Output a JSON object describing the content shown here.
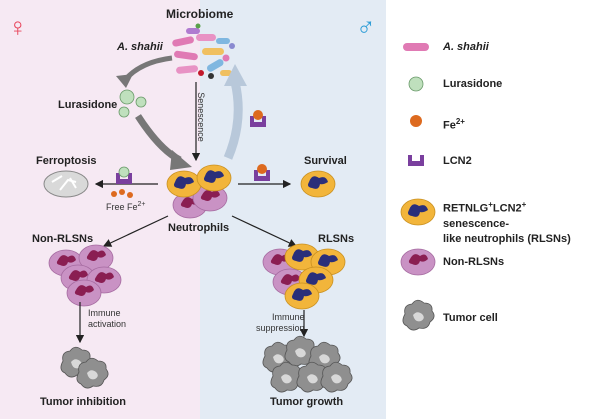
{
  "panels": {
    "female_symbol": "♀",
    "male_symbol": "♂",
    "female_color": "#e8465c",
    "male_color": "#2c9cd6"
  },
  "diagram": {
    "microbiome": "Microbiome",
    "a_shahii": "A. shahii",
    "lurasidone": "Lurasidone",
    "senescence": "Senescence",
    "ferroptosis": "Ferroptosis",
    "free_fe_prefix": "Free Fe",
    "free_fe_sup": "2+",
    "survival": "Survival",
    "neutrophils": "Neutrophils",
    "non_rlsns": "Non-RLSNs",
    "rlsns": "RLSNs",
    "immune_activation_line1": "Immune",
    "immune_activation_line2": "activation",
    "immune_suppression_line1": "Immune",
    "immune_suppression_line2": "suppression",
    "tumor_inhibition": "Tumor inhibition",
    "tumor_growth": "Tumor growth"
  },
  "legend": {
    "a_shahii": "A. shahii",
    "lurasidone": "Lurasidone",
    "fe_prefix": "Fe",
    "fe_sup": "2+",
    "lcn2": "LCN2",
    "rlsn_line1": "RETNLG",
    "rlsn_sup1": "+",
    "rlsn_line1b": "LCN2",
    "rlsn_sup2": "+",
    "rlsn_line1c": " senescence-",
    "rlsn_line2": "like neutrophils (RLSNs)",
    "non_rlsn": "Non-RLSNs",
    "tumor_cell": "Tumor cell"
  },
  "colors": {
    "neutrophil_fill": "#c992c4",
    "neutrophil_nucleus": "#8a1e52",
    "rlsn_fill": "#f2b53b",
    "rlsn_nucleus": "#2a2f7a",
    "lcn2": "#7a3f9e",
    "fe": "#dd6a1f",
    "lurasidone": "#bfe0bd",
    "bacteria": "#e07ab4",
    "tumor": "#8f8f8f"
  }
}
